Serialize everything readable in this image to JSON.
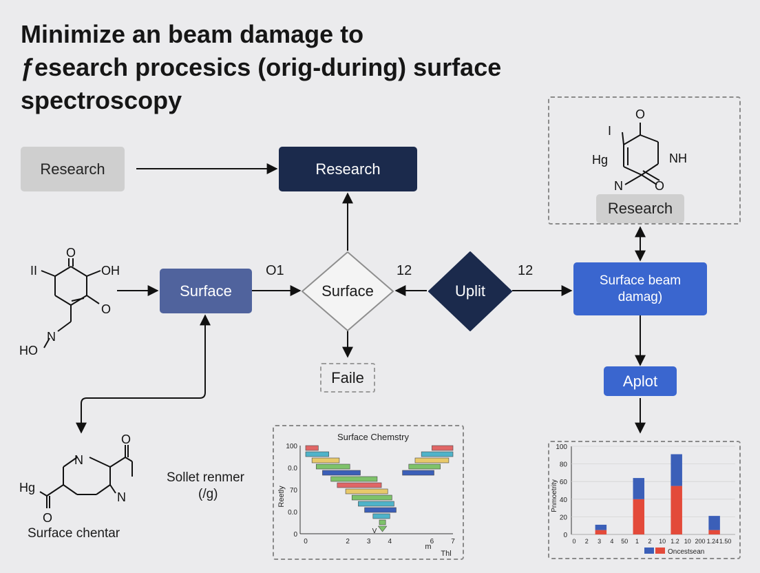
{
  "title": {
    "line1": "Minimize an beam damage to",
    "line2": "ƒesearch procesics (orig-during) surface",
    "line3": "spectroscopy"
  },
  "nodes": {
    "research_gray": "Research",
    "research_navy": "Research",
    "surface_slate": "Surface",
    "surface_diamond": "Surface",
    "uplit_diamond": "Uplit",
    "surface_beam_line1": "Surface beam",
    "surface_beam_line2": "damag)",
    "faile": "Faile",
    "aplot": "Aplot",
    "research_mol": "Research"
  },
  "edge_labels": {
    "o1": "O1",
    "left_12": "12",
    "right_12": "12"
  },
  "molecules": {
    "left": {
      "atoms": [
        "II",
        "O",
        "OH",
        "O",
        "N",
        "HO"
      ]
    },
    "bottom": {
      "atoms": [
        "N",
        "O",
        "Hg",
        "N",
        "O"
      ],
      "caption": "Surface chentar"
    },
    "top_right": {
      "atoms": [
        "O",
        "I",
        "Hg",
        "NH",
        "N",
        "O"
      ]
    }
  },
  "side_label": {
    "line1": "Sollet renmer",
    "line2": "(/g)"
  },
  "colors": {
    "navy": "#1b2a4c",
    "slate": "#50639d",
    "blue": "#3a66cf",
    "gray": "#cfcfcf",
    "bar_red": "#e34a3a",
    "bar_blue": "#3b5fb8"
  },
  "chart_data": [
    {
      "type": "bar",
      "title": "Surface Chemstry",
      "xlabel": "m",
      "ylabel": "Reetly",
      "corner_label": "Thl",
      "x_ticks": [
        "0",
        "2",
        "3",
        "4",
        "6",
        "7"
      ],
      "y_ticks": [
        "100",
        "0.0",
        "70",
        "0.0",
        "0"
      ],
      "bars": [
        {
          "left": 0.0,
          "right": 0.6,
          "color": "#e06666"
        },
        {
          "left": 0.0,
          "right": 1.1,
          "color": "#4fb3c9"
        },
        {
          "left": 0.3,
          "right": 1.6,
          "color": "#e8c96a"
        },
        {
          "left": 0.5,
          "right": 2.1,
          "color": "#7ec26a"
        },
        {
          "left": 0.8,
          "right": 2.6,
          "color": "#3b5fb8"
        },
        {
          "left": 1.2,
          "right": 3.4,
          "color": "#7ec26a"
        },
        {
          "left": 1.5,
          "right": 3.6,
          "color": "#e06666"
        },
        {
          "left": 1.9,
          "right": 3.9,
          "color": "#e8c96a"
        },
        {
          "left": 2.2,
          "right": 4.1,
          "color": "#7ec26a"
        },
        {
          "left": 2.5,
          "right": 4.2,
          "color": "#4fb3c9"
        },
        {
          "left": 2.8,
          "right": 4.3,
          "color": "#3b5fb8"
        },
        {
          "left": 3.2,
          "right": 4.0,
          "color": "#4fb3c9"
        },
        {
          "left": 3.5,
          "right": 3.8,
          "color": "#7ec26a"
        }
      ],
      "bars_right": [
        {
          "left": 6.0,
          "right": 7.0,
          "color": "#e06666"
        },
        {
          "left": 5.5,
          "right": 7.0,
          "color": "#4fb3c9"
        },
        {
          "left": 5.2,
          "right": 6.8,
          "color": "#e8c96a"
        },
        {
          "left": 4.9,
          "right": 6.4,
          "color": "#7ec26a"
        },
        {
          "left": 4.6,
          "right": 6.1,
          "color": "#3b5fb8"
        }
      ],
      "v_label": "V"
    },
    {
      "type": "bar",
      "ylabel": "Pnmoetrity",
      "ylim": [
        0,
        100
      ],
      "y_ticks": [
        "0",
        "20",
        "40",
        "60",
        "80",
        "100"
      ],
      "x_ticks": [
        "0",
        "2",
        "3",
        "4",
        "50",
        "1",
        "2",
        "10",
        "1.2",
        "10",
        "200",
        "1.24",
        "1.50"
      ],
      "legend": "Oncestsean",
      "series": [
        {
          "name": "red",
          "color": "#e34a3a",
          "values": [
            5,
            40,
            55,
            5
          ]
        },
        {
          "name": "blue",
          "color": "#3b5fb8",
          "values": [
            6,
            24,
            36,
            16
          ]
        }
      ],
      "positions": [
        2,
        5,
        8,
        11
      ]
    }
  ]
}
